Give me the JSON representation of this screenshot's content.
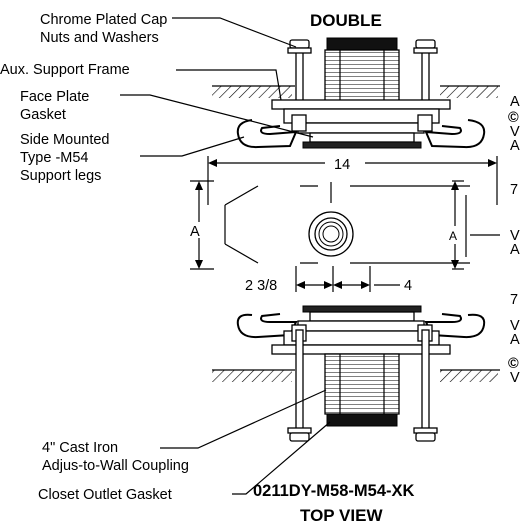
{
  "title_top": "DOUBLE",
  "labels": {
    "cap_nuts_line1": "Chrome Plated Cap",
    "cap_nuts_line2": "Nuts and Washers",
    "aux_frame": "Aux. Support Frame",
    "face_plate_line1": "Face Plate",
    "face_plate_line2": "Gasket",
    "side_legs_line1": "Side Mounted",
    "side_legs_line2": "Type -M54",
    "side_legs_line3": "Support legs",
    "coupling_line1": "4\" Cast Iron",
    "coupling_line2": "Adjus-to-Wall Coupling",
    "outlet_gasket": "Closet Outlet Gasket"
  },
  "dimensions": {
    "overall": "14",
    "a_left": "A",
    "a_right": "A",
    "offset": "2 3/8",
    "spacing": "4"
  },
  "model_number": "0211DY-M58-M54-XK",
  "view_caption": "TOP VIEW",
  "cut_off_edge_glyphs": [
    "A",
    "©",
    "V",
    "A",
    "7",
    "V",
    "A",
    "7",
    "V",
    "A",
    "©",
    "V"
  ]
}
